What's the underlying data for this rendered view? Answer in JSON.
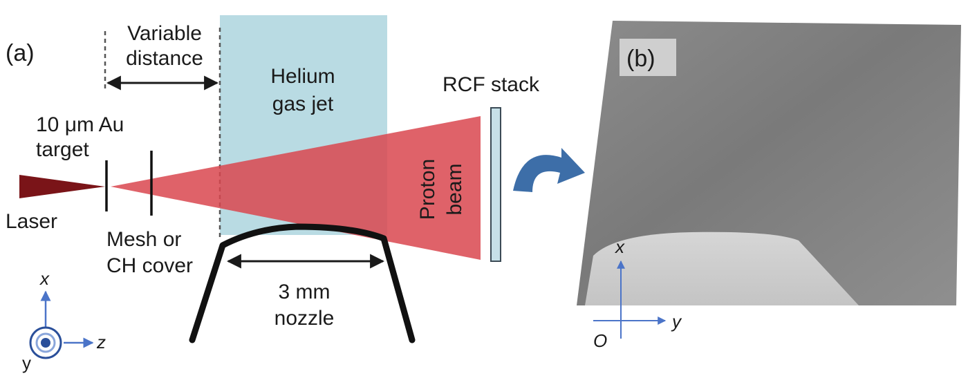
{
  "panel_a": {
    "label": "(a)",
    "variable_distance": [
      "Variable",
      "distance"
    ],
    "helium": [
      "Helium",
      "gas jet"
    ],
    "rcf_stack": "RCF stack",
    "target": [
      "10 μm Au",
      "target"
    ],
    "laser": "Laser",
    "mesh": [
      "Mesh or",
      "CH cover"
    ],
    "proton_beam": [
      "Proton",
      "beam"
    ],
    "nozzle": [
      "3 mm",
      "nozzle"
    ],
    "axes": {
      "x": "x",
      "y": "y",
      "z": "z"
    }
  },
  "panel_b": {
    "label": "(b)",
    "axes": {
      "x": "x",
      "y": "y",
      "origin": "O"
    }
  },
  "colors": {
    "helium_jet": "#b9dbe3",
    "proton_beam": "#d9474f",
    "laser": "#7a1418",
    "curved_arrow": "#3d6ea8",
    "axis_blue": "#4b74c8",
    "rcf_stack": "#c6e0e8"
  }
}
